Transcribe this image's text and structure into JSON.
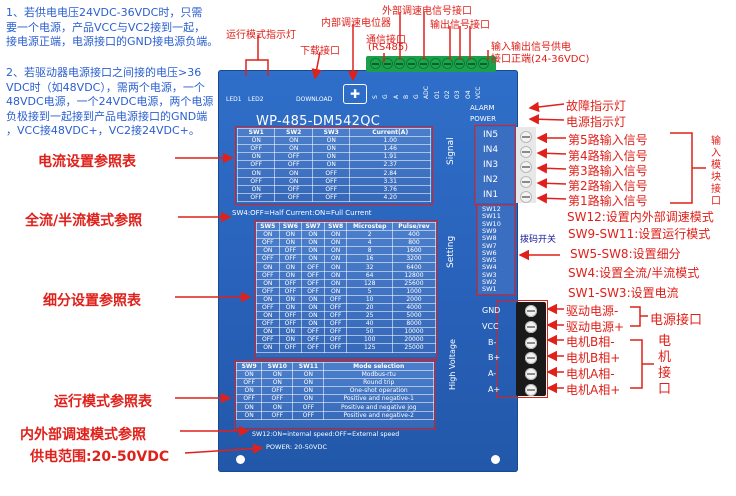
{
  "notes": {
    "note1": "1、若供电电压24VDC-36VDC时，只需\n要一个电源，产品VCC与VC2接到一起，\n接电源正端，电源接口的GND接电源负端。",
    "note2": "2、若驱动器电源接口之间接的电压>36\nVDC时（如48VDC），需两个电源，一个\n48VDC电源，一个24VDC电源，两个电源\n负极接到一起接到产品电源接口的GND端\n，VCC接48VDC+，VC2接24VDC+。"
  },
  "top_labels": {
    "run_mode_led": "运行模式指示灯",
    "download_port": "下载接口",
    "internal_pot": "内部调速电位器",
    "comm_port": "通信接口",
    "comm_port_sub": "(RS485)",
    "ext_speed_port": "外部调速电信号接口",
    "output_port": "输出信号接口",
    "io_power": "输入输出信号供电",
    "io_power_sub": "接口正端(24-36VDC)"
  },
  "left_labels": {
    "current_table": "电流设置参照表",
    "half_full": "全流/半流模式参照",
    "microstep_table": "细分设置参照表",
    "run_mode_table": "运行模式参照表",
    "speed_mode_table": "内外部调速模式参照",
    "supply_range": "供电范围:20-50VDC"
  },
  "right_labels": {
    "fault_led": "故障指示灯",
    "power_led": "电源指示灯",
    "in5": "第5路输入信号",
    "in4": "第4路输入信号",
    "in3": "第3路输入信号",
    "in2": "第2路输入信号",
    "in1": "第1路输入信号",
    "input_group": "输入模块接口",
    "sw12": "SW12:设置内外部调速模式",
    "sw9_11": "SW9-SW11:设置运行模式",
    "dip_switch": "拨码开关",
    "sw5_8": "SW5-SW8:设置细分",
    "sw4": "SW4:设置全流/半流模式",
    "sw1_3": "SW1-SW3:设置电流",
    "drv_minus": "驱动电源-",
    "drv_plus": "驱动电源+",
    "power_port": "电源接口",
    "b_minus": "电机B相-",
    "b_plus": "电机B相+",
    "a_minus": "电机A相-",
    "a_plus": "电机A相+",
    "motor_port": "电机接口"
  },
  "device": {
    "model": "WP-485-DM542QC",
    "led1": "LED1",
    "led2": "LED2",
    "download": "DOWNLOAD",
    "top_pins": [
      "S",
      "G",
      "A",
      "B",
      "G",
      "ADC",
      "O1",
      "O2",
      "O3",
      "O4",
      "VCC"
    ],
    "alarm": "ALARM",
    "power": "POWER",
    "inputs": [
      "IN5",
      "IN4",
      "IN3",
      "IN2",
      "IN1"
    ],
    "signal": "Signal",
    "setting": "Setting",
    "high_voltage": "High Voltage",
    "switches": [
      "SW12",
      "SW11",
      "SW10",
      "SW9",
      "SW8",
      "SW7",
      "SW6",
      "SW5",
      "SW4",
      "SW3",
      "SW2",
      "SW1"
    ],
    "power_pins": [
      "GND",
      "VCC",
      "B-",
      "B+",
      "A-",
      "A+"
    ],
    "sw4_note": "SW4:OFF=Half Current:ON=Full Current",
    "sw12_note": "SW12:ON=internal speed:OFF=External speed",
    "power_rating": "POWER: 20-50VDC"
  },
  "current_table": {
    "headers": [
      "SW1",
      "SW2",
      "SW3",
      "Current(A)"
    ],
    "rows": [
      [
        "ON",
        "ON",
        "ON",
        "1.00"
      ],
      [
        "OFF",
        "ON",
        "ON",
        "1.46"
      ],
      [
        "ON",
        "OFF",
        "ON",
        "1.91"
      ],
      [
        "OFF",
        "OFF",
        "ON",
        "2.37"
      ],
      [
        "ON",
        "ON",
        "OFF",
        "2.84"
      ],
      [
        "OFF",
        "ON",
        "OFF",
        "3.31"
      ],
      [
        "ON",
        "OFF",
        "OFF",
        "3.76"
      ],
      [
        "OFF",
        "OFF",
        "OFF",
        "4.20"
      ]
    ]
  },
  "microstep_table": {
    "headers": [
      "SW5",
      "SW6",
      "SW7",
      "SW8",
      "Microstep",
      "Pulse/rev"
    ],
    "rows": [
      [
        "ON",
        "ON",
        "ON",
        "ON",
        "2",
        "400"
      ],
      [
        "OFF",
        "ON",
        "ON",
        "ON",
        "4",
        "800"
      ],
      [
        "ON",
        "OFF",
        "ON",
        "ON",
        "8",
        "1600"
      ],
      [
        "OFF",
        "OFF",
        "ON",
        "ON",
        "16",
        "3200"
      ],
      [
        "ON",
        "ON",
        "OFF",
        "ON",
        "32",
        "6400"
      ],
      [
        "OFF",
        "ON",
        "OFF",
        "ON",
        "64",
        "12800"
      ],
      [
        "ON",
        "OFF",
        "OFF",
        "ON",
        "128",
        "25600"
      ],
      [
        "OFF",
        "OFF",
        "OFF",
        "ON",
        "5",
        "1000"
      ],
      [
        "ON",
        "ON",
        "ON",
        "OFF",
        "10",
        "2000"
      ],
      [
        "OFF",
        "ON",
        "ON",
        "OFF",
        "20",
        "4000"
      ],
      [
        "ON",
        "OFF",
        "ON",
        "OFF",
        "25",
        "5000"
      ],
      [
        "OFF",
        "OFF",
        "ON",
        "OFF",
        "40",
        "8000"
      ],
      [
        "ON",
        "ON",
        "OFF",
        "OFF",
        "50",
        "10000"
      ],
      [
        "OFF",
        "ON",
        "OFF",
        "OFF",
        "100",
        "20000"
      ],
      [
        "ON",
        "OFF",
        "OFF",
        "OFF",
        "125",
        "25000"
      ]
    ]
  },
  "mode_table": {
    "headers": [
      "SW9",
      "SW10",
      "SW11",
      "Mode selection"
    ],
    "rows": [
      [
        "ON",
        "ON",
        "ON",
        "Modbus-rtu"
      ],
      [
        "OFF",
        "ON",
        "ON",
        "Round trip"
      ],
      [
        "ON",
        "OFF",
        "ON",
        "One-shot operation"
      ],
      [
        "OFF",
        "OFF",
        "ON",
        "Positive and negative-1"
      ],
      [
        "ON",
        "ON",
        "OFF",
        "Positive and negative jog"
      ],
      [
        "ON",
        "OFF",
        "OFF",
        "Positive and negative-2"
      ]
    ]
  },
  "colors": {
    "accent_red": "#e0201a",
    "note_blue": "#2a5fd0",
    "device_blue": "#2a62b8",
    "terminal_green": "#1aa64c"
  }
}
